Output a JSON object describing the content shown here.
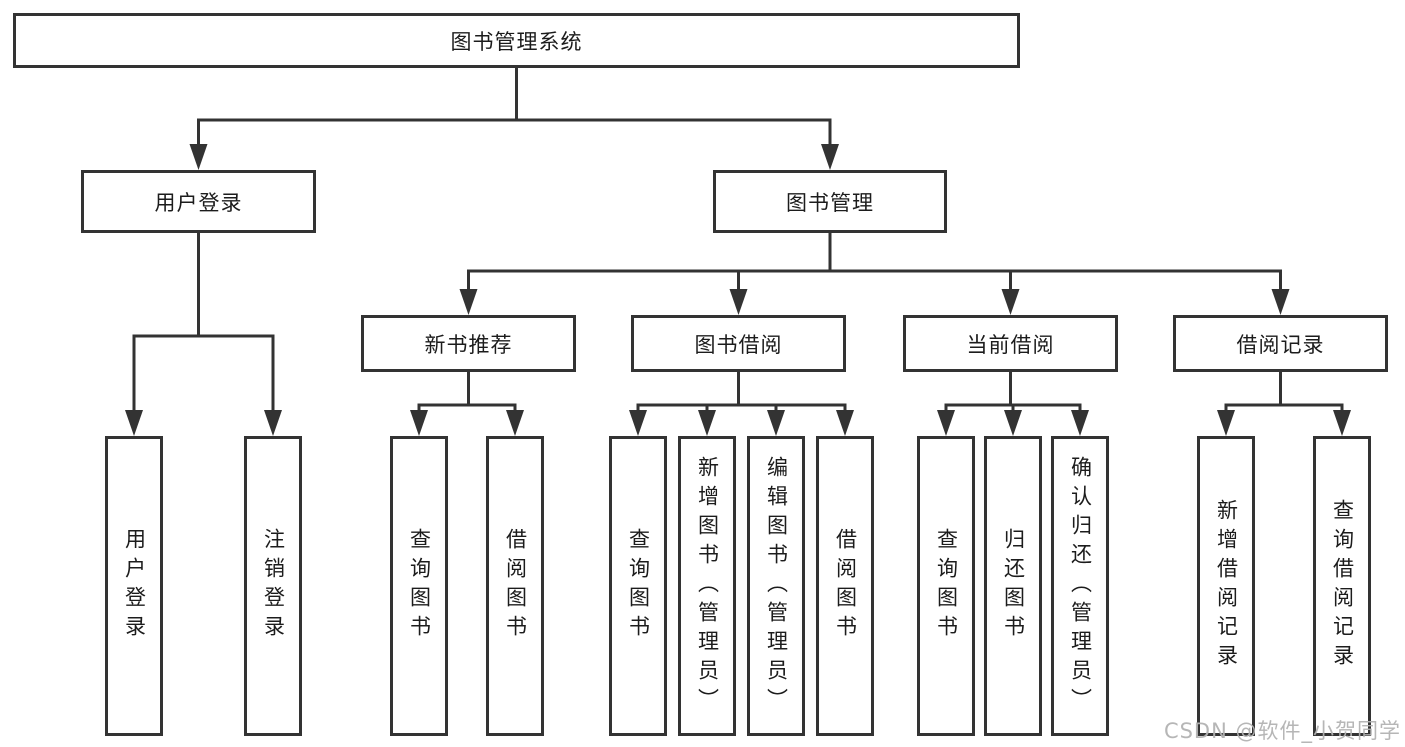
{
  "diagram": {
    "tree": {
      "label": "图书管理系统",
      "children": [
        {
          "label": "用户登录",
          "children": [
            {
              "label": "用户登录"
            },
            {
              "label": "注销登录"
            }
          ]
        },
        {
          "label": "图书管理",
          "children": [
            {
              "label": "新书推荐",
              "children": [
                {
                  "label": "查询图书"
                },
                {
                  "label": "借阅图书"
                }
              ]
            },
            {
              "label": "图书借阅",
              "children": [
                {
                  "label": "查询图书"
                },
                {
                  "label": "新增图书（管理员）"
                },
                {
                  "label": "编辑图书（管理员）"
                },
                {
                  "label": "借阅图书"
                }
              ]
            },
            {
              "label": "当前借阅",
              "children": [
                {
                  "label": "查询图书"
                },
                {
                  "label": "归还图书"
                },
                {
                  "label": "确认归还（管理员）"
                }
              ]
            },
            {
              "label": "借阅记录",
              "children": [
                {
                  "label": "新增借阅记录"
                },
                {
                  "label": "查询借阅记录"
                }
              ]
            }
          ]
        }
      ]
    },
    "colors": {
      "line": "#333333",
      "text": "#1c1c1c",
      "background": "#ffffff",
      "watermark": "#b2b2b2"
    }
  },
  "watermark": {
    "text": "CSDN @软件_小贺同学"
  }
}
